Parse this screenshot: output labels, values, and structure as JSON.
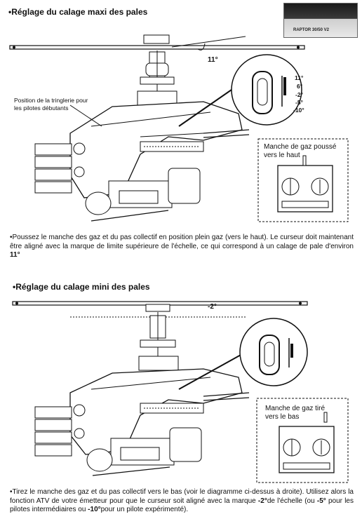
{
  "section_max": {
    "title": "•Réglage du calage maxi des pales",
    "angle_label": "11°",
    "linkage_note_line1": "Position de la tringlerie pour",
    "linkage_note_line2": "les pilotes débutants",
    "scale_labels": [
      "11°",
      "6°",
      "-2°",
      "-5°",
      "-10°"
    ],
    "stick_label_line1": "Manche de gaz poussé",
    "stick_label_line2": "vers le haut",
    "text_before_value": "•Poussez le manche des gaz et du pas collectif en position plein gaz (vers le haut). Le curseur doit maintenant être aligné avec la marque de limite supérieure de l'échelle, ce qui correspond à un calage de pale d'environ ",
    "value": "11°"
  },
  "section_min": {
    "title": "•Réglage du calage mini des pales",
    "angle_label": "-2°",
    "stick_label_line1": "Manche de gaz tiré",
    "stick_label_line2": "vers le bas",
    "text_part1": "•Tirez le manche des gaz et du pas collectif vers le bas (voir le diagramme ci-dessus à droite). Utilisez alors la fonction ATV de votre émetteur pour que le curseur soit aligné avec la marque ",
    "value_a": "-2°",
    "text_part2": "de l'échelle (ou ",
    "value_b": "-5°",
    "text_part3": " pour les pilotes intermédiaires ou ",
    "value_c": "-10°",
    "text_part4": "pour un pilote expérimenté)."
  },
  "logo": {
    "caption": "RAPTOR 30/50 V2"
  },
  "icons": [
    "helicopter-diagram-icon",
    "transmitter-icon",
    "magnifier-callout-icon"
  ]
}
